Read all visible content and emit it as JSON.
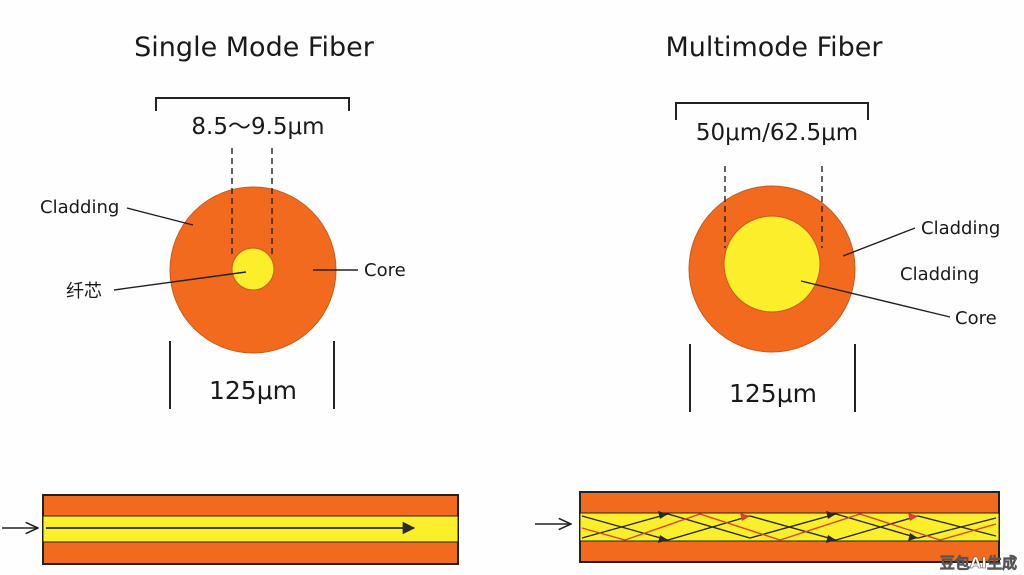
{
  "colors": {
    "cladding": "#f26a1e",
    "core": "#fbee2a",
    "line": "#222222",
    "ray_dark": "#2a2a2a",
    "ray_red": "#e0402a",
    "background": "#fefefe"
  },
  "single_mode": {
    "title": "Single Mode Fiber",
    "core_dimension": "8.5～9.5μm",
    "outer_dimension": "125μm",
    "labels": {
      "cladding": "Cladding",
      "core_cn": "纤芯",
      "core": "Core"
    }
  },
  "multimode": {
    "title": "Multimode Fiber",
    "core_dimension": "50μm/62.5μm",
    "outer_dimension": "125μm",
    "labels": {
      "cladding_top": "Cladding",
      "cladding_mid": "Cladding",
      "core": "Core"
    }
  },
  "watermark": "豆包AI生成"
}
